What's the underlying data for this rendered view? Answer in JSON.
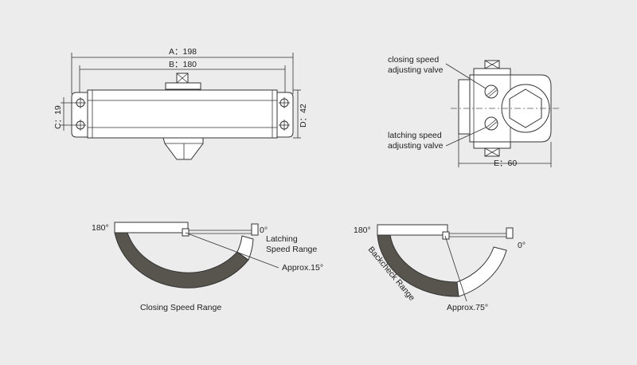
{
  "top_view": {
    "dim_a": "A：198",
    "dim_b": "B：180",
    "dim_c": "C：19",
    "dim_d": "D：42"
  },
  "side_view": {
    "closing_valve": [
      "closing speed",
      "adjusting valve"
    ],
    "latching_valve": [
      "latching speed",
      "adjusting valve"
    ],
    "dim_e": "E：60"
  },
  "closing_diagram": {
    "angle_open": "180°",
    "angle_closed": "0°",
    "latching_range": [
      "Latching",
      "Speed Range"
    ],
    "approx": "Approx.15°",
    "range_label": "Closing Speed Range"
  },
  "backcheck_diagram": {
    "angle_open": "180°",
    "angle_closed": "0°",
    "range_label": "Backcheck Range",
    "approx": "Approx.75°"
  },
  "colors": {
    "background": "#ececec",
    "shaded_range": "#58554f",
    "line": "#333333"
  }
}
